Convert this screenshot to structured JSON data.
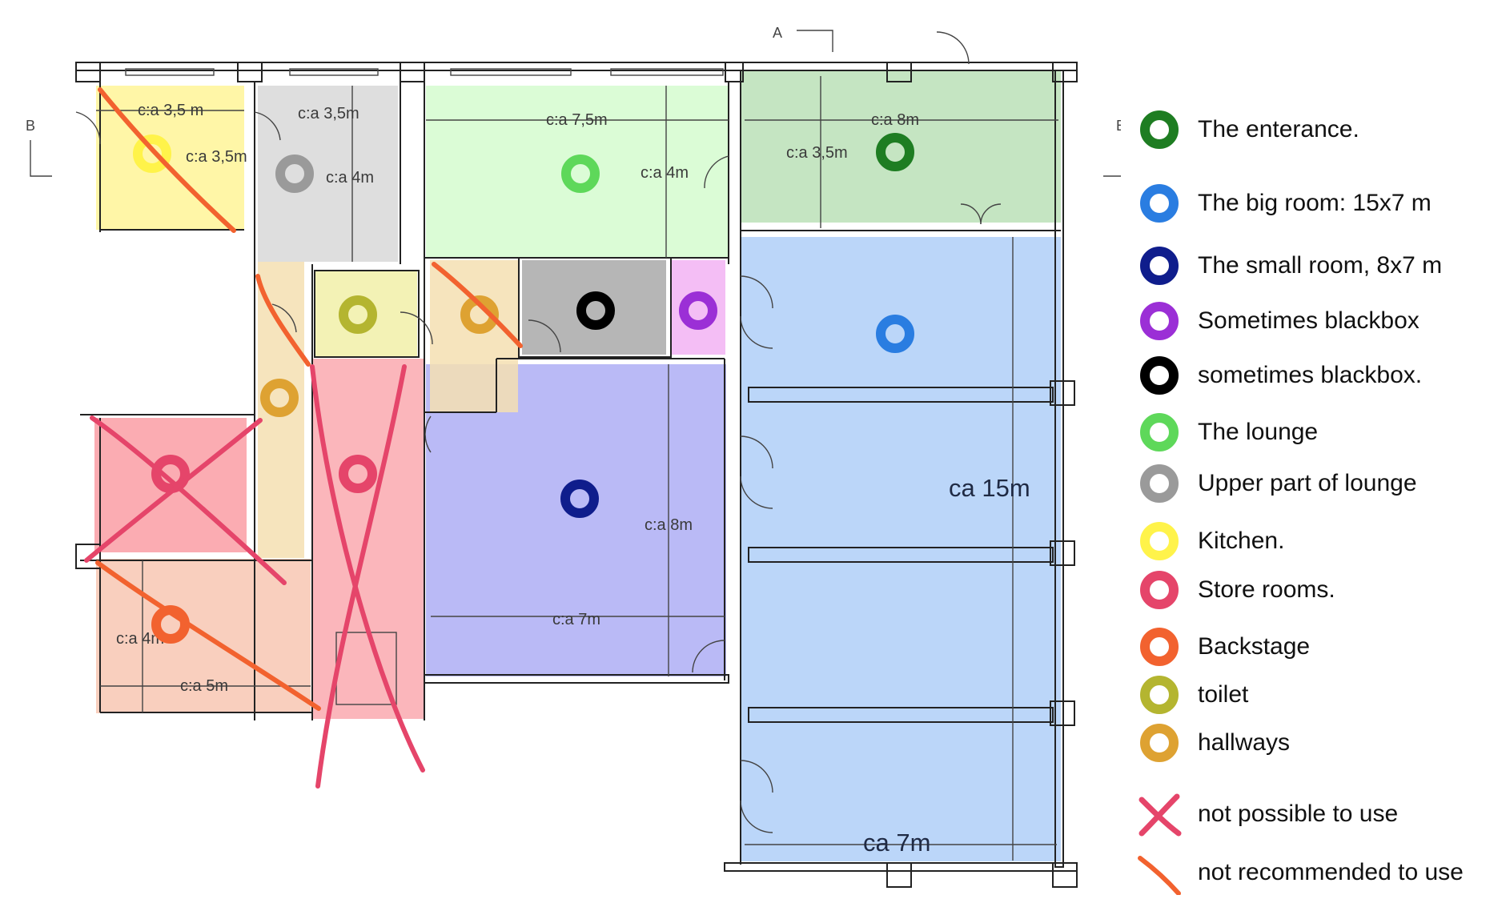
{
  "rooms": [
    {
      "id": "kitchen",
      "color": "#fff38a"
    },
    {
      "id": "upper-lounge",
      "color": "#d3d3d3"
    },
    {
      "id": "lounge",
      "color": "#c8fbc0"
    },
    {
      "id": "entrance",
      "color": "#9fd39a"
    },
    {
      "id": "big-room",
      "color": "#9ec4f7"
    },
    {
      "id": "small-room",
      "color": "#9c9cf2"
    },
    {
      "id": "blackbox-purple",
      "color": "#f0a8f2"
    },
    {
      "id": "blackbox-black",
      "color": "#a9a9a9"
    },
    {
      "id": "hallways",
      "color": "#f4dfb2"
    },
    {
      "id": "toilet",
      "color": "#f1f0a8"
    },
    {
      "id": "store-rooms",
      "color": "#fa9ea4"
    },
    {
      "id": "backstage",
      "color": "#f7bfa8"
    }
  ],
  "dimensions": {
    "kitchen_w": "c:a 3,5 m",
    "kitchen_h": "c:a 3,5m",
    "upper_lounge_w": "c:a 3,5m",
    "upper_lounge_h": "c:a 4m",
    "lounge_w": "c:a 7,5m",
    "lounge_h": "c:a 4m",
    "entrance_w": "c:a 8m",
    "entrance_h": "c:a 3,5m",
    "small_room_h": "c:a 8m",
    "small_room_w": "c:a 7m",
    "backstage_h": "c:a 4m",
    "backstage_w": "c:a 5m",
    "big_room_h": "ca 15m",
    "big_room_w": "ca 7m"
  },
  "section_marks": {
    "a": "A",
    "b_left": "B",
    "b_right": "B"
  },
  "legend": [
    {
      "label": "The enterance.",
      "icon": "ring-icon",
      "color": "#1e7d22"
    },
    {
      "label": "The big room: 15x7 m",
      "icon": "ring-icon",
      "color": "#2a7de1"
    },
    {
      "label": "The small room, 8x7 m",
      "icon": "ring-icon",
      "color": "#0f1d8c"
    },
    {
      "label": "Sometimes blackbox",
      "icon": "ring-icon",
      "color": "#9b2fd6"
    },
    {
      "label": "sometimes blackbox.",
      "icon": "ring-icon",
      "color": "#000000"
    },
    {
      "label": "The lounge",
      "icon": "ring-icon",
      "color": "#5ed85a"
    },
    {
      "label": "Upper part of lounge",
      "icon": "ring-icon",
      "color": "#9a9a9a"
    },
    {
      "label": "Kitchen.",
      "icon": "ring-icon",
      "color": "#fff34a"
    },
    {
      "label": "Store rooms.",
      "icon": "ring-icon",
      "color": "#e5456a"
    },
    {
      "label": "Backstage",
      "icon": "ring-icon",
      "color": "#f2622f"
    },
    {
      "label": "toilet",
      "icon": "ring-icon",
      "color": "#b4b530"
    },
    {
      "label": "hallways",
      "icon": "ring-icon",
      "color": "#dea232"
    },
    {
      "label": "not possible to use",
      "icon": "cross-icon",
      "color": "#e5456a"
    },
    {
      "label": "not recommended to use",
      "icon": "slash-icon",
      "color": "#f2622f"
    }
  ]
}
